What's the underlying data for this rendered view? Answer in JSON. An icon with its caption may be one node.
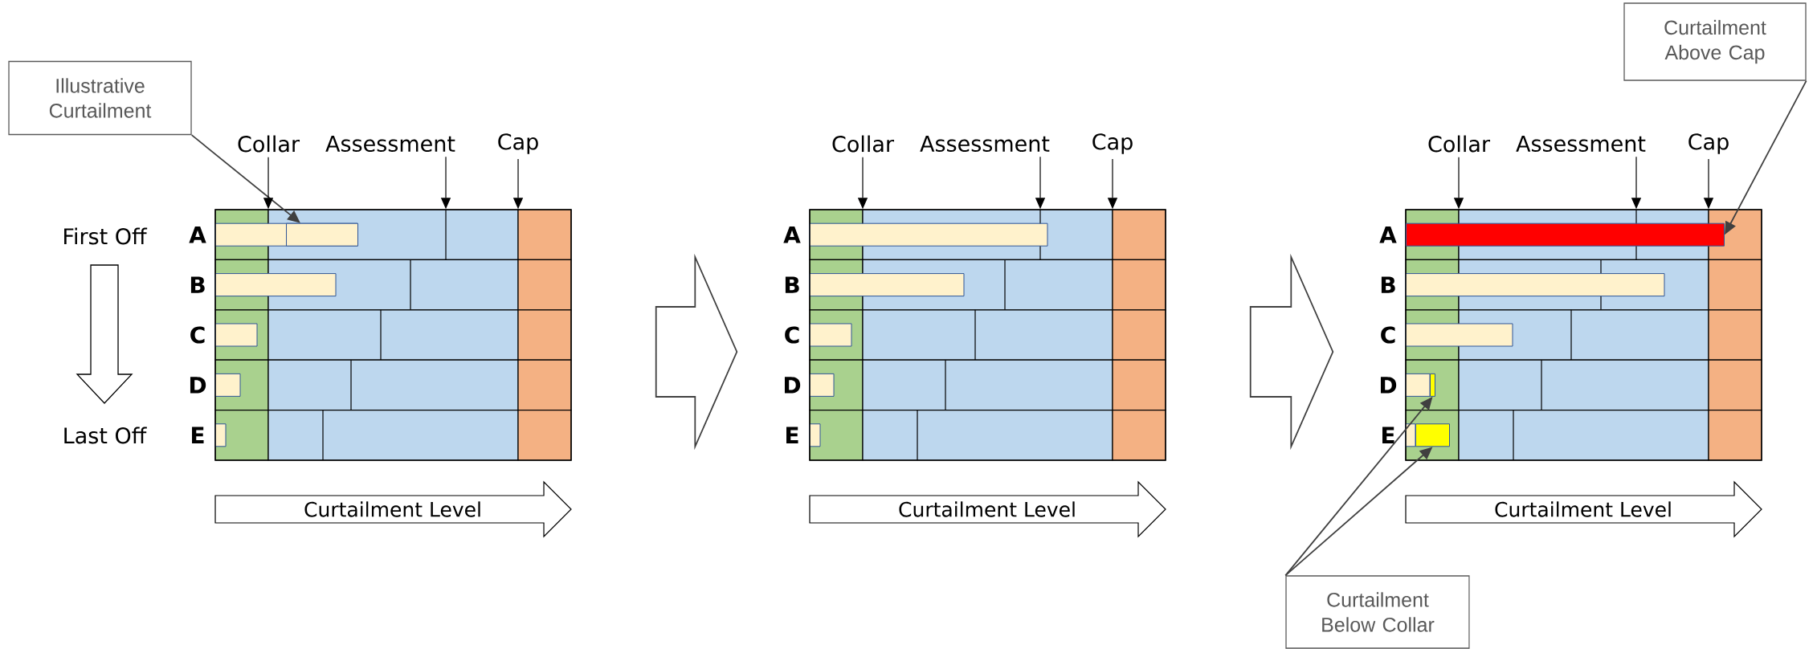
{
  "diagram": {
    "nodes": [
      {
        "text": [
          "Illustrative Curtailment"
        ]
      },
      {
        "text": [
          "Curtailment Above Cap"
        ]
      },
      {
        "text": [
          "Collar"
        ]
      },
      {
        "text": [
          "Assessment"
        ]
      },
      {
        "text": [
          "Cap"
        ]
      },
      {
        "text": [
          "Collar"
        ]
      },
      {
        "text": [
          "Assessment"
        ]
      },
      {
        "text": [
          "Cap"
        ]
      },
      {
        "text": [
          "Collar"
        ]
      },
      {
        "text": [
          "Assessment"
        ]
      },
      {
        "text": [
          "Cap"
        ]
      },
      {
        "text": [
          "First Off"
        ]
      },
      {
        "text": [],
        "shape": "box"
      },
      {
        "text": [],
        "shape": "bar",
        "in": 12
      },
      {
        "text": [],
        "shape": "box"
      },
      {
        "text": [],
        "shape": "box"
      },
      {
        "text": [],
        "shape": "bar",
        "in": 15
      },
      {
        "text": [],
        "shape": "bar",
        "in": 15
      },
      {
        "text": [],
        "shape": "bar",
        "in": 15
      },
      {
        "text": [
          "Last Off"
        ]
      },
      {
        "text": [
          "Curtailment Level"
        ]
      },
      {
        "text": [
          "Curtailment Level"
        ]
      },
      {
        "text": [
          "Curtailment Level"
        ]
      },
      {
        "text": [
          "Curtailment Below Collar"
        ]
      }
    ],
    "edges": [
      {
        "from": 0,
        "to": 13,
        "arrow": "to",
        "color": "#404040"
      },
      {
        "from": 1,
        "to": 16,
        "arrow": "to",
        "color": "#404040"
      },
      {
        "from": 23,
        "to": 17,
        "arrow": "to",
        "color": "#404040"
      },
      {
        "from": 23,
        "to": 18,
        "arrow": "to",
        "color": "#404040"
      },
      {
        "from": 2,
        "to": 12,
        "arrow": "to"
      },
      {
        "from": 3,
        "to": 12,
        "arrow": "to"
      },
      {
        "from": 4,
        "to": 12,
        "arrow": "to"
      },
      {
        "from": 5,
        "to": 14,
        "arrow": "to"
      },
      {
        "from": 6,
        "to": 14,
        "arrow": "to"
      },
      {
        "from": 7,
        "to": 14,
        "arrow": "to"
      },
      {
        "from": 8,
        "to": 15,
        "arrow": "to"
      },
      {
        "from": 9,
        "to": 15,
        "arrow": "to"
      },
      {
        "from": 10,
        "to": 15,
        "arrow": "to"
      },
      {
        "from": 11,
        "to": 19,
        "arrow": "to"
      },
      {
        "from": 12,
        "to": 14,
        "arrow": "to",
        "color": "#404040"
      },
      {
        "from": 14,
        "to": 15,
        "arrow": "to",
        "color": "#404040"
      }
    ],
    "labels": [
      "A",
      "A",
      "A",
      "B",
      "B",
      "B",
      "C",
      "C",
      "C",
      "D",
      "D",
      "D",
      "E",
      "E",
      "E"
    ]
  }
}
